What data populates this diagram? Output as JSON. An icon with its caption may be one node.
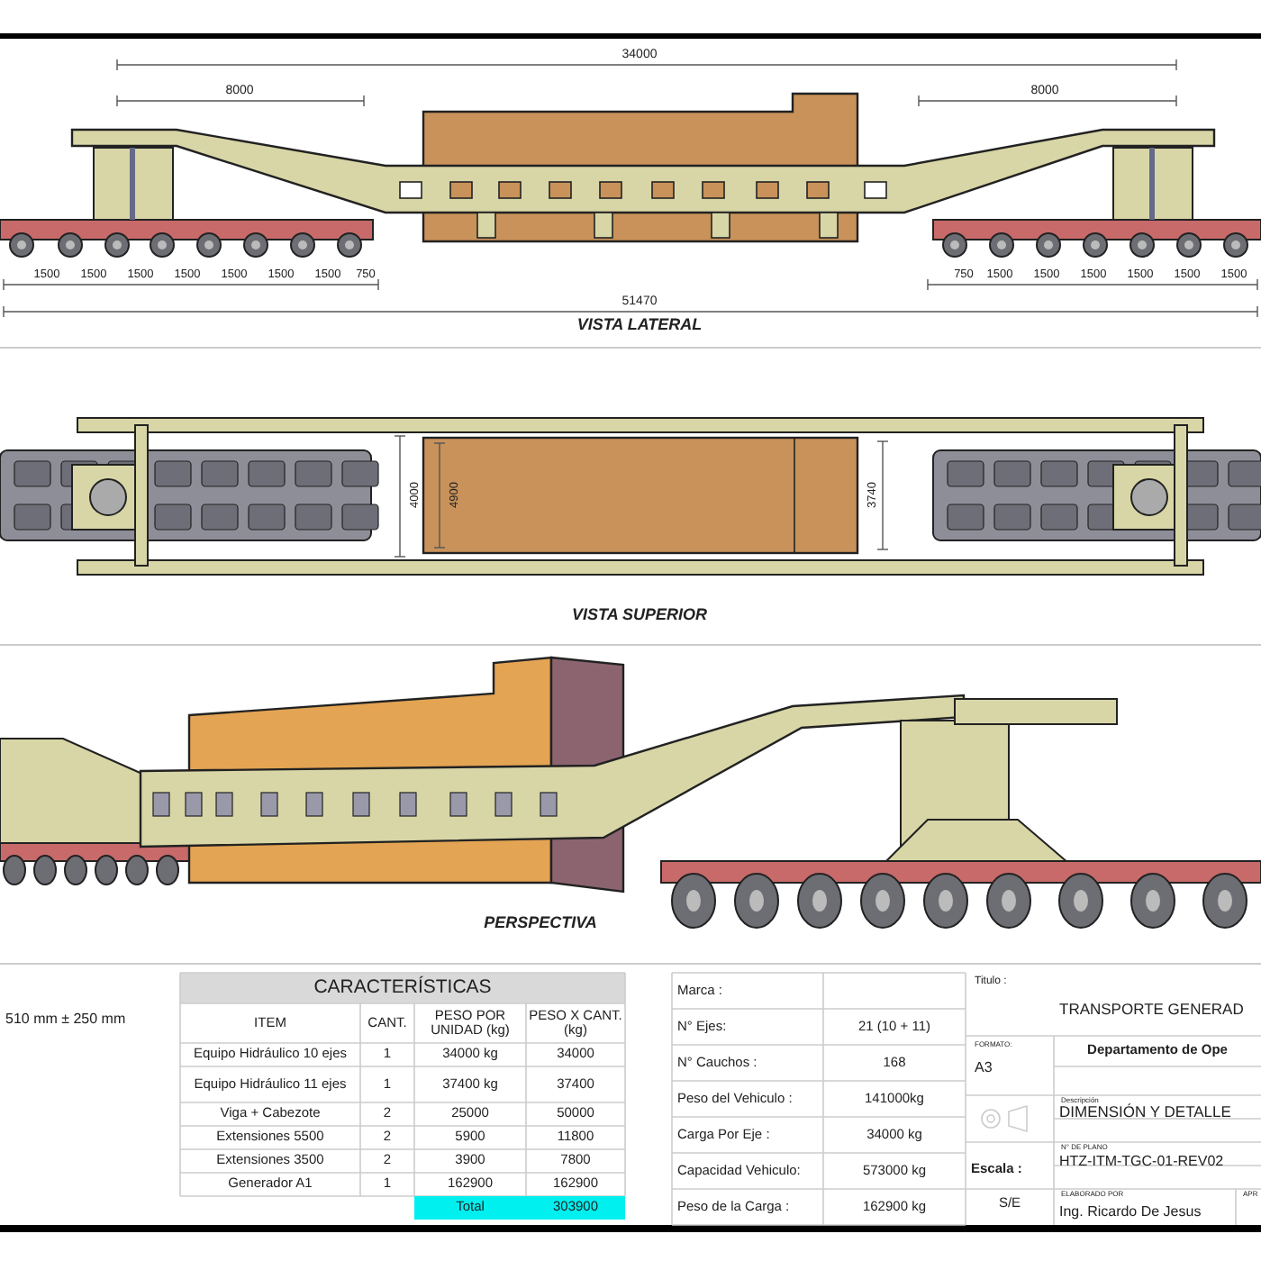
{
  "diagram": {
    "labels": [
      "34000",
      "8000",
      "8000",
      "1500",
      "1500",
      "1500",
      "1500",
      "1500",
      "1500",
      "1500",
      "750",
      "750",
      "1500",
      "1500",
      "1500",
      "1500",
      "1500",
      "1500",
      "51470",
      "VISTA LATERAL",
      "4000",
      "4900",
      "3740",
      "VISTA SUPERIOR",
      "PERSPECTIVA",
      "510 mm ± 250 mm",
      "CARACTERÍSTICAS",
      "ITEM",
      "CANT.",
      "PESO POR UNIDAD (kg)",
      "PESO X CANT. (kg)",
      "Equipo Hidráulico 10 ejes",
      "1",
      "34000 kg",
      "34000",
      "Equipo Hidráulico 11 ejes",
      "1",
      "37400 kg",
      "37400",
      "Viga + Cabezote",
      "2",
      "25000",
      "50000",
      "Extensiones 5500",
      "2",
      "5900",
      "11800",
      "Extensiones 3500",
      "2",
      "3900",
      "7800",
      "Generador A1",
      "1",
      "162900",
      "162900",
      "Total",
      "303900",
      "Marca :",
      "N° Ejes:",
      "21 (10 + 11)",
      "N° Cauchos :",
      "168",
      "Peso del Vehiculo :",
      "141000kg",
      "Carga Por Eje :",
      "34000 kg",
      "Capacidad Vehiculo:",
      "573000 kg",
      "Peso de la Carga :",
      "162900 kg",
      "Titulo :",
      "TRANSPORTE GENERAD",
      "FORMATO:",
      "A3",
      "Departamento de Ope",
      "Descripción",
      "DIMENSIÓN Y DETALLE",
      "N° DE PLANO",
      "HTZ-ITM-TGC-01-REV02",
      "Escala :",
      "S/E",
      "ELABORADO POR",
      "Ing. Ricardo De Jesus",
      "APR"
    ]
  }
}
